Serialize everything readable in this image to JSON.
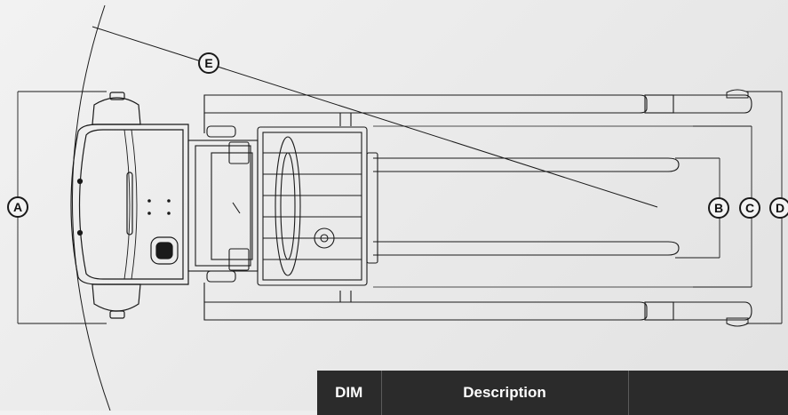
{
  "dimension_labels": {
    "a": "A",
    "b": "B",
    "c": "C",
    "d": "D",
    "e": "E"
  },
  "table": {
    "headers": [
      "DIM",
      "Description",
      ""
    ]
  },
  "colors": {
    "line": "#1a1a1a",
    "header_bg": "#2b2b2b",
    "header_text": "#ffffff",
    "background": "#ececec"
  }
}
